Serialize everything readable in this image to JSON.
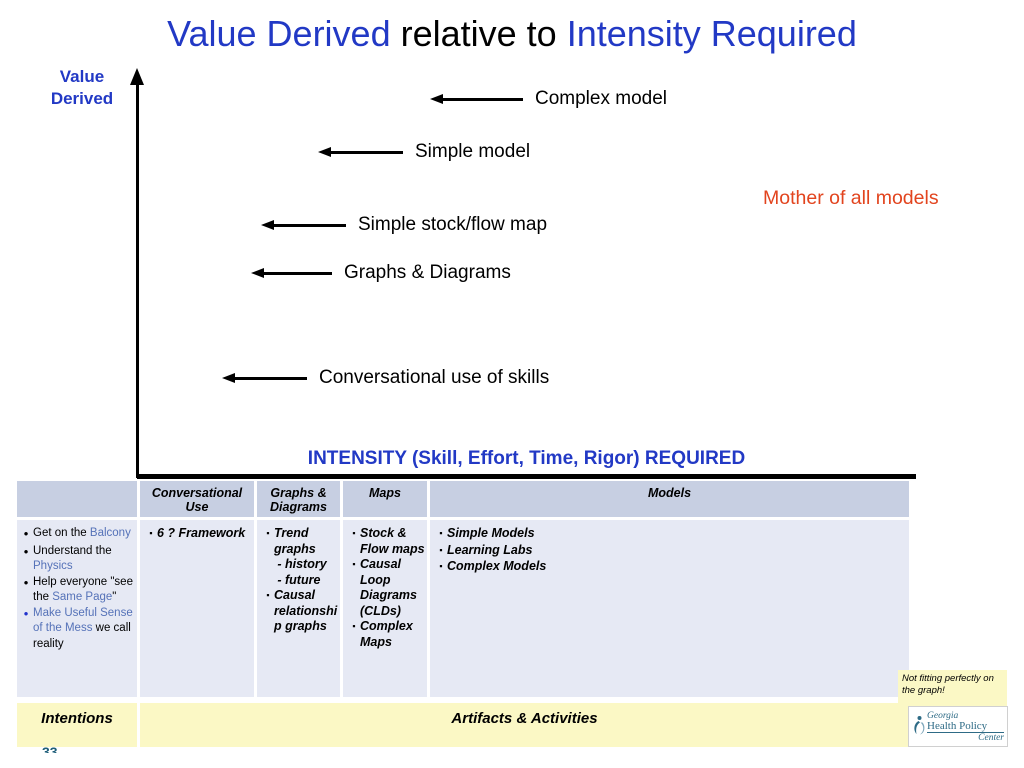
{
  "title": {
    "p1": "Value Derived",
    "p2": " relative to ",
    "p3": "Intensity Required"
  },
  "diagram": {
    "y_axis_label": {
      "line1": "Value",
      "line2": "Derived"
    },
    "arrows": [
      {
        "label": "Complex model"
      },
      {
        "label": "Simple model"
      },
      {
        "label": "Simple stock/flow map"
      },
      {
        "label": "Graphs & Diagrams"
      },
      {
        "label": "Conversational use of skills"
      }
    ],
    "annotation": "Mother of all models",
    "x_axis_label": "INTENSITY (Skill, Effort, Time, Rigor) REQUIRED"
  },
  "table": {
    "headers": [
      "",
      "Conversational Use",
      "Graphs & Diagrams",
      "Maps",
      "Models"
    ],
    "intentions": {
      "b1_pre": "Get on the ",
      "b1_link": "Balcony",
      "b2_pre": "Understand the ",
      "b2_link": "Physics",
      "b3_pre": "Help everyone \"see the ",
      "b3_link": "Same Page",
      "b3_post": "\"",
      "b4_link": "Make Useful Sense of the Mess",
      "b4_post": " we call reality"
    },
    "conversational": {
      "b1": "6 ? Framework"
    },
    "graphs": {
      "b1": "Trend graphs",
      "b1_sub1": "history",
      "b1_sub2": "future",
      "b2": "Causal relationshi p graphs"
    },
    "maps": {
      "b1": "Stock & Flow maps",
      "b2": "Causal Loop Diagrams (CLDs)",
      "b3": "Complex Maps"
    },
    "models": {
      "b1": "Simple Models",
      "b2": "Learning Labs",
      "b3": "Complex Models"
    },
    "footer": {
      "left": "Intentions",
      "right": "Artifacts & Activities"
    }
  },
  "note": {
    "text": "Not fitting perfectly on the graph!"
  },
  "logo": {
    "line1": "Georgia",
    "line2": "Health Policy",
    "line3": "Center"
  },
  "page_number": "33",
  "colors": {
    "title_blue": "#2239C5",
    "annotation_orange": "#E2441E",
    "header_bg": "#C7CFE2",
    "body_bg": "#E6E9F4",
    "footer_yellow": "#FBF8C5",
    "link_blue": "#5572B8",
    "blue_bullet": "#2233CC",
    "logo_teal": "#2E6B86",
    "axis_black": "#000000"
  }
}
